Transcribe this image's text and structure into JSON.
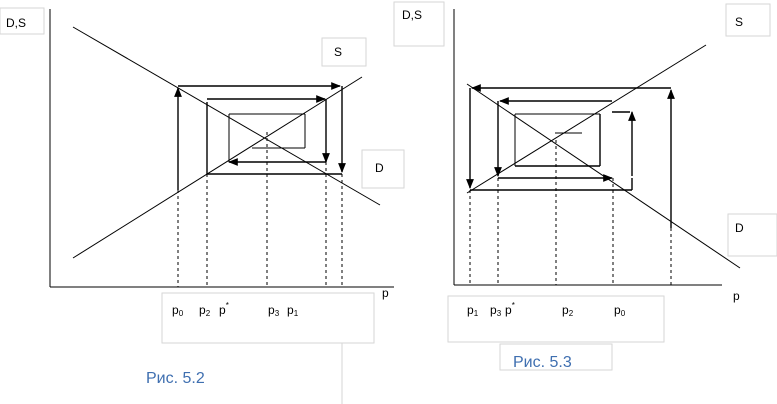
{
  "figures": [
    {
      "axis_y_label": "D,S",
      "axis_x_label": "p",
      "supply_label": "S",
      "demand_label": "D",
      "tick_labels": [
        {
          "base": "p",
          "sub": "0",
          "sup": ""
        },
        {
          "base": "p",
          "sub": "2",
          "sup": ""
        },
        {
          "base": "p",
          "sub": "",
          "sup": "*"
        },
        {
          "base": "p",
          "sub": "3",
          "sup": ""
        },
        {
          "base": "p",
          "sub": "1",
          "sup": ""
        }
      ],
      "caption": "Рис. 5.2"
    },
    {
      "axis_y_label": "D,S",
      "axis_x_label": "p",
      "supply_label": "S",
      "demand_label": "D",
      "tick_labels": [
        {
          "base": "p",
          "sub": "1",
          "sup": ""
        },
        {
          "base": "p",
          "sub": "3",
          "sup": ""
        },
        {
          "base": "p",
          "sub": "",
          "sup": "*"
        },
        {
          "base": "p",
          "sub": "2",
          "sup": ""
        },
        {
          "base": "p",
          "sub": "0",
          "sup": ""
        }
      ],
      "caption": "Рис. 5.3"
    }
  ]
}
